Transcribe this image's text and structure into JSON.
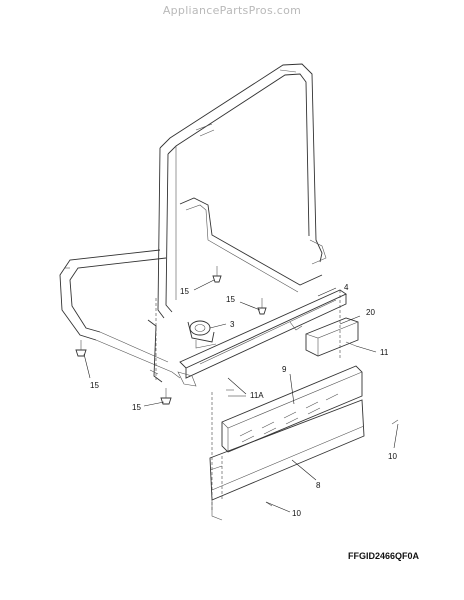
{
  "watermark": "AppliancePartsPros.com",
  "diagram_code": "FFGID2466QF0A",
  "callouts": {
    "c3": "3",
    "c4": "4",
    "c8": "8",
    "c9": "9",
    "c10a": "10",
    "c10b": "10",
    "c11": "11",
    "c11a": "11A",
    "c15a": "15",
    "c15b": "15",
    "c15c": "15",
    "c15d": "15",
    "c20": "20"
  }
}
